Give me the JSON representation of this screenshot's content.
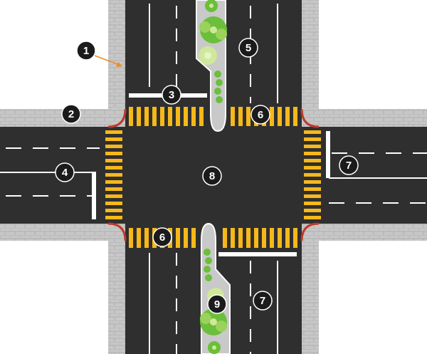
{
  "colors": {
    "asphalt": "#2f2f2f",
    "sidewalk": "#c7c7c7",
    "sidewalk_joint": "#9a9a9a",
    "crosswalk": "#f6b81a",
    "lane_marking": "#ffffff",
    "curb_red": "#c0392b",
    "median_fill": "#c9c9c9",
    "callout_fill": "#1b1b1b",
    "arrow": "#f08a24",
    "foliage_dark": "#6bbf3a",
    "foliage_light": "#cfe89a"
  },
  "callouts": [
    {
      "id": "callout-1",
      "label": "1"
    },
    {
      "id": "callout-2",
      "label": "2"
    },
    {
      "id": "callout-3",
      "label": "3"
    },
    {
      "id": "callout-4",
      "label": "4"
    },
    {
      "id": "callout-5",
      "label": "5"
    },
    {
      "id": "callout-6-top",
      "label": "6"
    },
    {
      "id": "callout-6-bottom",
      "label": "6"
    },
    {
      "id": "callout-7-right",
      "label": "7"
    },
    {
      "id": "callout-7-bottom",
      "label": "7"
    },
    {
      "id": "callout-8",
      "label": "8"
    },
    {
      "id": "callout-9",
      "label": "9"
    }
  ]
}
